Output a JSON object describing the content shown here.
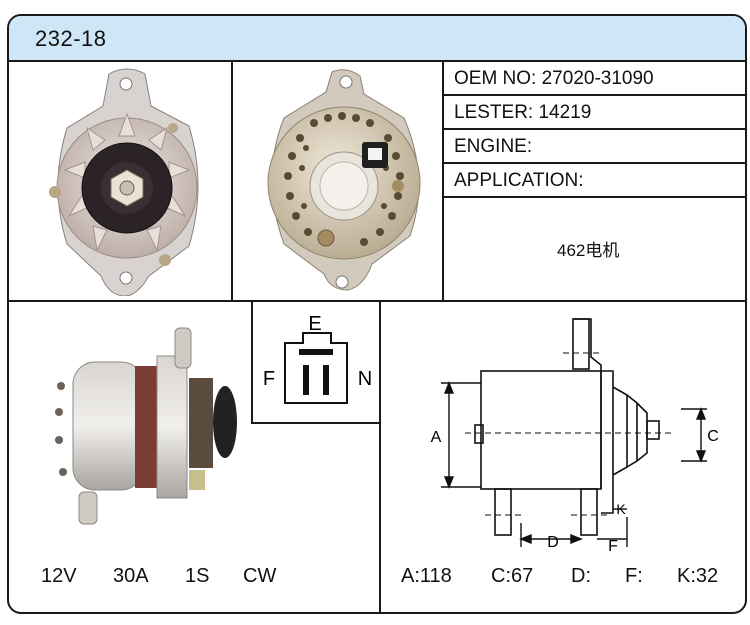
{
  "header": {
    "model": "232-18",
    "color": "#cfe6f7"
  },
  "specs": {
    "oem": "OEM NO: 27020-31090",
    "lester": "LESTER: 14219",
    "engine": "ENGINE:",
    "application": "APPLICATION:",
    "note": "462电机"
  },
  "connector": {
    "top": "E",
    "left": "F",
    "right": "N"
  },
  "diagram": {
    "label_a": "A",
    "label_c": "C",
    "label_d": "D",
    "label_f": "F",
    "label_k": "K"
  },
  "ratings": {
    "voltage": "12V",
    "current": "30A",
    "terminal": "1S",
    "rotation": "CW"
  },
  "dimensions": {
    "a": "A:118",
    "c": "C:67",
    "d": "D:",
    "f": "F:",
    "k": "K:32"
  },
  "images": {
    "front_view": "alternator-front-icon",
    "rear_view": "alternator-rear-icon",
    "side_view": "alternator-side-icon"
  }
}
